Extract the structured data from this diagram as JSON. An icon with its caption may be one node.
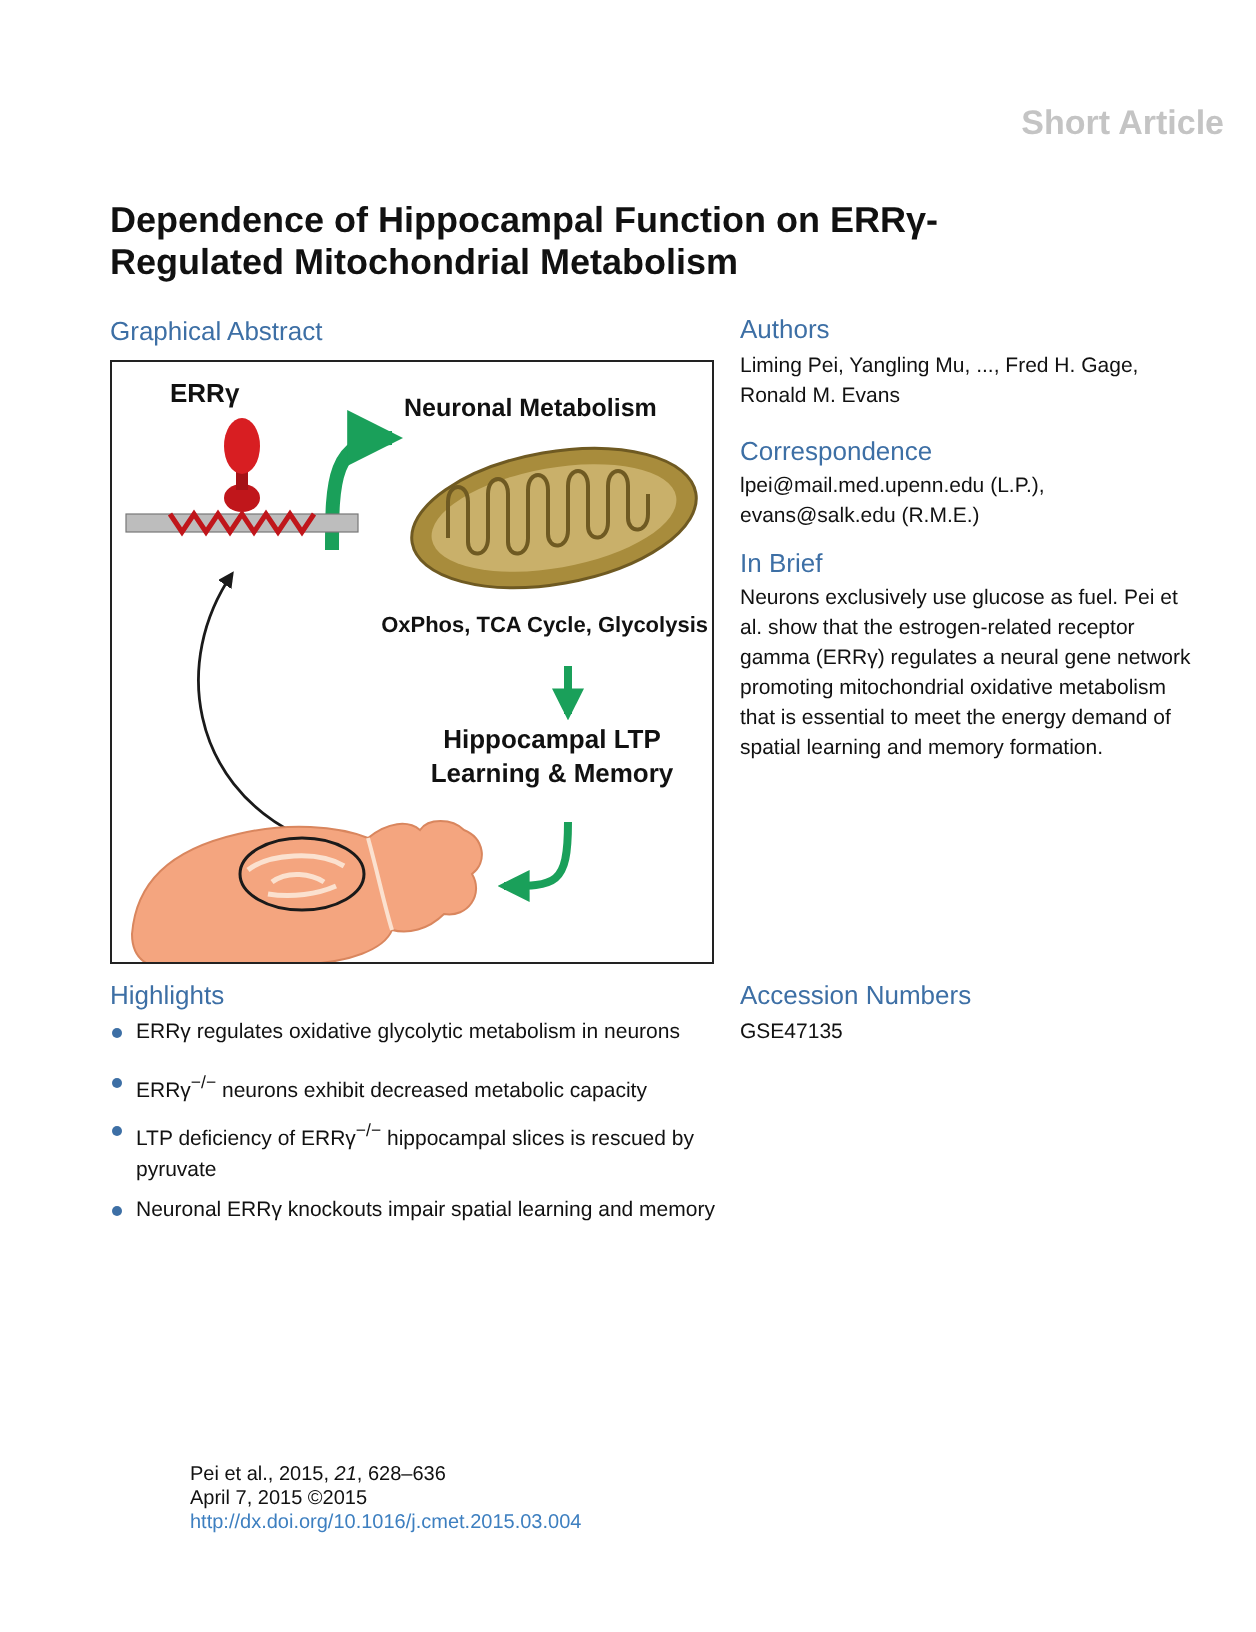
{
  "diagram": {
    "title": "Dependence of Hippocampal Function on ERRγ-Regulated Mitochondrial Metabolism",
    "nodes": [
      {
        "text": [
          "Graphical Abstract"
        ]
      },
      {
        "text": [
          "ERRγ"
        ],
        "in": 0
      },
      {
        "text": [
          "Neuronal Metabolism",
          "OxPhos, TCA Cycle, Glycolysis"
        ],
        "in": 0
      },
      {
        "text": [
          "Hippocampal LTP Learning & Memory"
        ],
        "in": 0
      },
      {
        "text": [],
        "shape": "picture",
        "in": 0
      }
    ],
    "edges": [
      {
        "from": 1,
        "to": 2,
        "arrow": "to"
      },
      {
        "from": 2,
        "to": 3,
        "arrow": "to"
      },
      {
        "from": 3,
        "to": 4,
        "arrow": "to"
      },
      {
        "from": 4,
        "to": 1,
        "arrow": "to",
        "color": "#1a1a1a"
      }
    ],
    "labels": [
      "Short Article",
      "Authors",
      "Liming Pei, Yangling Mu, ..., Fred H. Gage, Ronald M. Evans",
      "Correspondence",
      "lpei@mail.med.upenn.edu (L.P.), evans@salk.edu (R.M.E.)",
      "In Brief",
      "Neurons exclusively use glucose as fuel. Pei et al. show that the estrogen-related receptor gamma (ERRγ) regulates a neural gene network promoting mitochondrial oxidative metabolism that is essential to meet the energy demand of spatial learning and memory formation.",
      "Highlights",
      "ERRγ regulates oxidative glycolytic metabolism in neurons",
      "ERRγ$^{−/−}$ neurons exhibit decreased metabolic capacity",
      "LTP deficiency of ERRγ$^{−/−}$ hippocampal slices is rescued by pyruvate",
      "Neuronal ERRγ knockouts impair spatial learning and memory",
      "Accession Numbers",
      "GSE47135",
      "Pei et al., 2015, *21*, 628–636",
      "April 7, 2015 ©2015",
      "http://dx.doi.org/10.1016/j.cmet.2015.03.004"
    ]
  }
}
